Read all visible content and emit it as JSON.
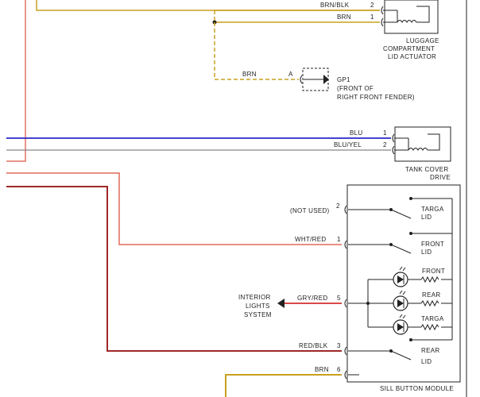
{
  "components": {
    "luggage_actuator": [
      "LUGGAGE",
      "COMPARTMENT",
      "LID ACTUATOR"
    ],
    "ground_point": [
      "GP1",
      "(FRONT OF",
      "RIGHT FRONT FENDER)"
    ],
    "tank_cover": [
      "TANK COVER",
      "DRIVE"
    ],
    "sill_module": "SILL BUTTON MODULE",
    "interior_lights": [
      "INTERIOR",
      "LIGHTS",
      "SYSTEM"
    ]
  },
  "wires": {
    "brn_blk": {
      "label": "BRN/BLK",
      "pin": "2",
      "color": "#c8a020"
    },
    "brn_top": {
      "label": "BRN",
      "pin": "1",
      "color": "#c8a020"
    },
    "brn_gnd": {
      "label": "BRN",
      "pin": "A",
      "color": "#c8a020"
    },
    "blu": {
      "label": "BLU",
      "pin": "1",
      "color": "#2828c8"
    },
    "blu_yel": {
      "label": "BLU/YEL",
      "pin": "2",
      "color": "#777777"
    },
    "not_used": {
      "label": "(NOT USED)",
      "pin": "2"
    },
    "wht_red": {
      "label": "WHT/RED",
      "pin": "1",
      "color": "#e06a5a"
    },
    "gry_red": {
      "label": "GRY/RED",
      "pin": "5",
      "color": "#d33030"
    },
    "red_blk": {
      "label": "RED/BLK",
      "pin": "3",
      "color": "#a02828"
    },
    "brn_bottom": {
      "label": "BRN",
      "pin": "6",
      "color": "#c8a020"
    }
  },
  "switches": {
    "targa_lid": [
      "TARGA",
      "LID"
    ],
    "front_lid": [
      "FRONT",
      "LID"
    ],
    "rear_lid": [
      "REAR",
      "LID"
    ]
  },
  "leds": {
    "front": "FRONT",
    "rear": "REAR",
    "targa": "TARGA"
  }
}
